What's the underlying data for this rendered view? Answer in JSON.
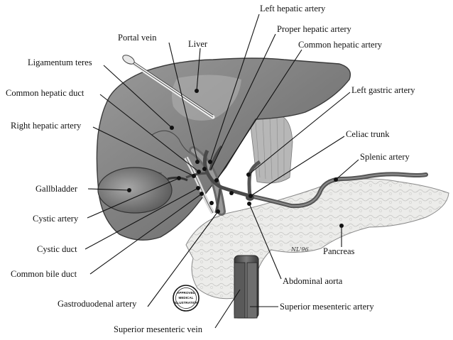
{
  "labels": {
    "left_hepatic_artery": "Left hepatic artery",
    "proper_hepatic_artery": "Proper hepatic artery",
    "portal_vein": "Portal vein",
    "liver": "Liver",
    "common_hepatic_artery": "Common hepatic artery",
    "ligamentum_teres": "Ligamentum teres",
    "left_gastric_artery": "Left gastric artery",
    "common_hepatic_duct": "Common hepatic duct",
    "right_hepatic_artery": "Right hepatic artery",
    "celiac_trunk": "Celiac trunk",
    "splenic_artery": "Splenic artery",
    "gallbladder": "Gallbladder",
    "cystic_artery": "Cystic artery",
    "pancreas": "Pancreas",
    "cystic_duct": "Cystic duct",
    "common_bile_duct": "Common bile duct",
    "abdominal_aorta": "Abdominal aorta",
    "gastroduodenal_artery": "Gastroduodenal artery",
    "superior_mesenteric_artery": "Superior mesenteric artery",
    "superior_mesenteric_vein": "Superior mesenteric vein"
  },
  "stamp": {
    "line1": "APPROVED",
    "line2": "MEDICAL",
    "line3": "ILLUSTRATION"
  },
  "signature": "NL'96"
}
